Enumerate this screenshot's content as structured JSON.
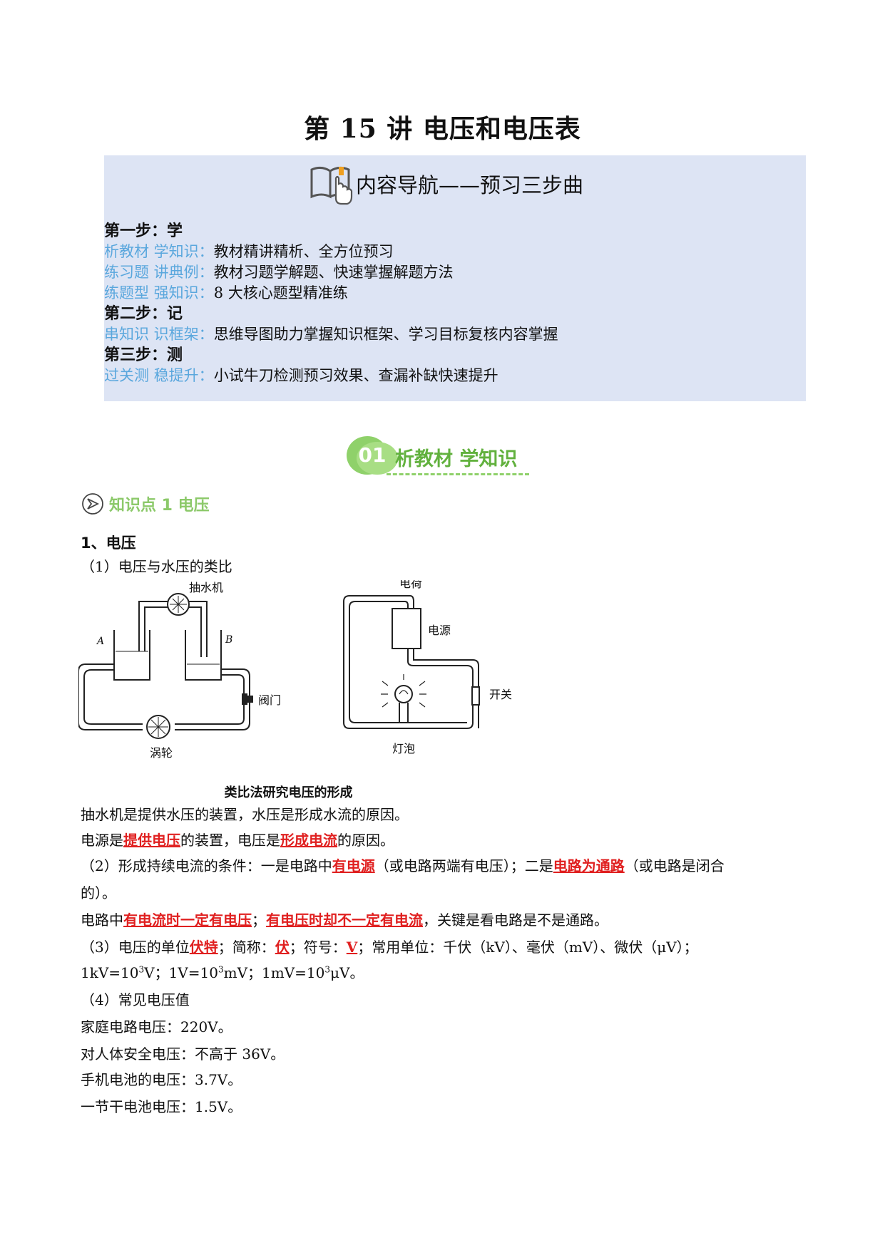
{
  "title": "第 15 讲  电压和电压表",
  "nav": {
    "heading": "内容导航——预习三步曲",
    "lines": [
      {
        "step": "第一步：学"
      },
      {
        "label": "析教材  学知识：",
        "text": "教材精讲精析、全方位预习"
      },
      {
        "label": "练习题  讲典例：",
        "text": "教材习题学解题、快速掌握解题方法"
      },
      {
        "label": "练题型  强知识：",
        "text": "8 大核心题型精准练"
      },
      {
        "step": "第二步：记"
      },
      {
        "label": "串知识  识框架：",
        "text": "思维导图助力掌握知识框架、学习目标复核内容掌握"
      },
      {
        "step": "第三步：测"
      },
      {
        "label": "过关测  稳提升：",
        "text": "小试牛刀检测预习效果、查漏补缺快速提升"
      }
    ]
  },
  "section": {
    "num": "01",
    "label": "析教材  学知识"
  },
  "knowledge_point": "知识点 1  电压",
  "heading1": "1、电压",
  "p1": "（1）电压与水压的类比",
  "figure": {
    "left_labels": {
      "pump": "抽水机",
      "a": "A",
      "b": "B",
      "valve": "阀门",
      "turbine": "涡轮"
    },
    "right_labels": {
      "charge": "电荷",
      "source": "电源",
      "switch": "开关",
      "bulb": "灯泡"
    },
    "caption": "类比法研究电压的形成"
  },
  "p2": "抽水机是提供水压的装置，水压是形成水流的原因。",
  "p3": {
    "a": "电源是",
    "b": "提供电压",
    "c": "的装置，电压是",
    "d": "形成电流",
    "e": "的原因。"
  },
  "p4": {
    "a": "（2）形成持续电流的条件：一是电路中",
    "b": "有电源",
    "c": "（或电路两端有电压）；二是",
    "d": "电路为通路",
    "e": "（或电路是闭合"
  },
  "p4b": "的）。",
  "p5": {
    "a": "电路中",
    "b": "有电流时一定有电压",
    "c": "；",
    "d": "有电压时却不一定有电流",
    "e": "，关键是看电路是不是通路。"
  },
  "p6": {
    "a": "（3）电压的单位",
    "b": "伏特",
    "c": "；简称：",
    "d": "伏",
    "e": "；符号：",
    "f": "V",
    "g": "；常用单位：千伏（kV）、毫伏（mV）、微伏（μV）；"
  },
  "p7": {
    "a": "1kV=10",
    "a_sup": "3",
    "b": "V；1V=10",
    "b_sup": "3",
    "c": "mV；1mV=10",
    "c_sup": "3",
    "d": "μV。"
  },
  "p8": "（4）常见电压值",
  "p9": "家庭电路电压：220V。",
  "p10": "对人体安全电压：不高于 36V。",
  "p11": "手机电池的电压：3.7V。",
  "p12": "一节干电池电压：1.5V。"
}
